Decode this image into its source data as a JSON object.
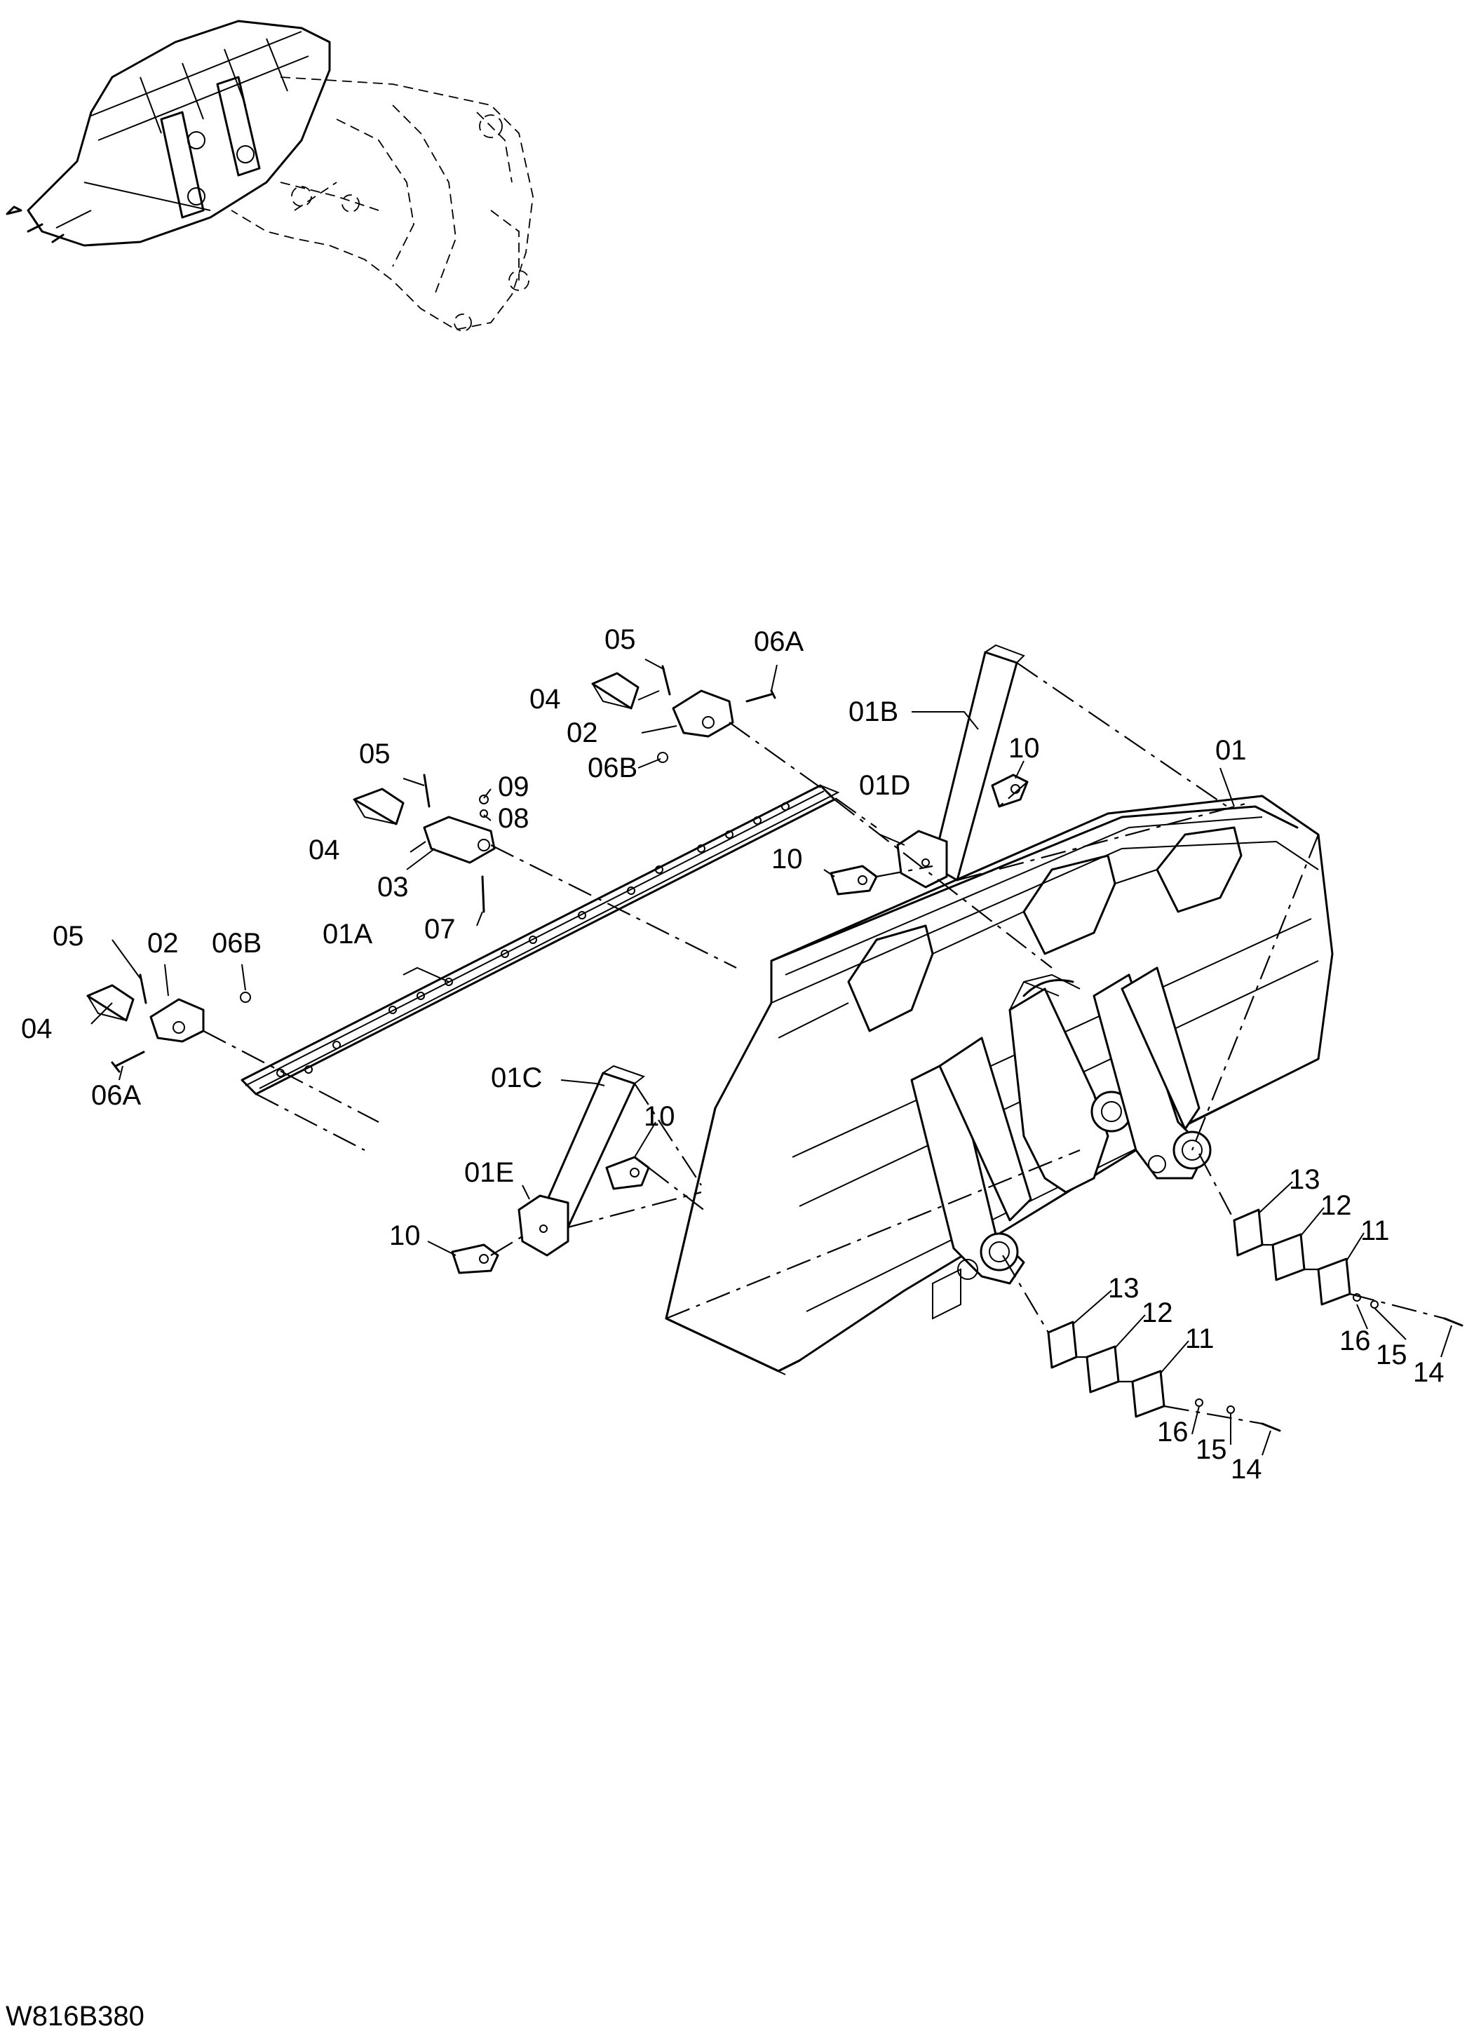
{
  "drawing_code": "W816B380",
  "labels": [
    {
      "id": "l-01",
      "text": "01"
    },
    {
      "id": "l-01a",
      "text": "01A"
    },
    {
      "id": "l-01b",
      "text": "01B"
    },
    {
      "id": "l-01c",
      "text": "01C"
    },
    {
      "id": "l-01d",
      "text": "01D"
    },
    {
      "id": "l-01e",
      "text": "01E"
    },
    {
      "id": "l-02a",
      "text": "02"
    },
    {
      "id": "l-02b",
      "text": "02"
    },
    {
      "id": "l-03",
      "text": "03"
    },
    {
      "id": "l-04a",
      "text": "04"
    },
    {
      "id": "l-04b",
      "text": "04"
    },
    {
      "id": "l-04c",
      "text": "04"
    },
    {
      "id": "l-05a",
      "text": "05"
    },
    {
      "id": "l-05b",
      "text": "05"
    },
    {
      "id": "l-05c",
      "text": "05"
    },
    {
      "id": "l-06aa",
      "text": "06A"
    },
    {
      "id": "l-06ab",
      "text": "06A"
    },
    {
      "id": "l-06ba",
      "text": "06B"
    },
    {
      "id": "l-06bb",
      "text": "06B"
    },
    {
      "id": "l-07",
      "text": "07"
    },
    {
      "id": "l-08",
      "text": "08"
    },
    {
      "id": "l-09",
      "text": "09"
    },
    {
      "id": "l-10a",
      "text": "10"
    },
    {
      "id": "l-10b",
      "text": "10"
    },
    {
      "id": "l-10c",
      "text": "10"
    },
    {
      "id": "l-10d",
      "text": "10"
    },
    {
      "id": "l-11a",
      "text": "11"
    },
    {
      "id": "l-11b",
      "text": "11"
    },
    {
      "id": "l-12a",
      "text": "12"
    },
    {
      "id": "l-12b",
      "text": "12"
    },
    {
      "id": "l-13a",
      "text": "13"
    },
    {
      "id": "l-13b",
      "text": "13"
    },
    {
      "id": "l-14a",
      "text": "14"
    },
    {
      "id": "l-14b",
      "text": "14"
    },
    {
      "id": "l-15a",
      "text": "15"
    },
    {
      "id": "l-15b",
      "text": "15"
    },
    {
      "id": "l-16a",
      "text": "16"
    },
    {
      "id": "l-16b",
      "text": "16"
    }
  ]
}
